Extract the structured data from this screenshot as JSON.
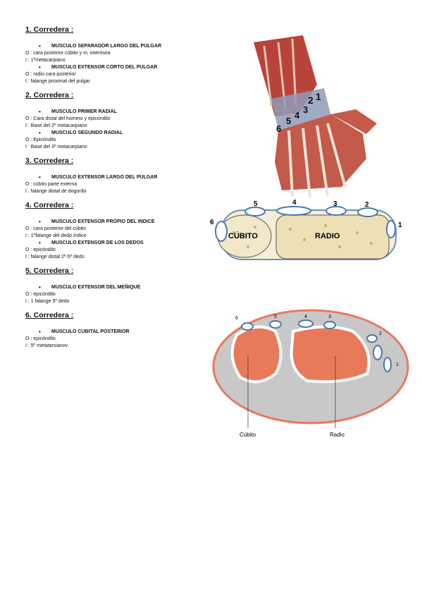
{
  "sections": [
    {
      "heading": "1. Corredera :",
      "muscles": [
        {
          "name": "MUSCULO SEPARADOR LARGO DEL PULGAR",
          "origin": "O : cara posterior cúbito y m. interósea",
          "insertion": "I : 1ºmetacarpiano"
        },
        {
          "name": "MUSCULO EXTENSOR CORTO DEL PULGAR",
          "origin": "O : radio cara posterior",
          "insertion": "I : falange proximal del pulgar"
        }
      ]
    },
    {
      "heading": "2. Corredera :",
      "muscles": [
        {
          "name": "MUSCULO PRIMER RADIAL",
          "origin": "O : Cara distal del húmero y epicóndilo",
          "insertion": "I : Base del 2º metacarpiano"
        },
        {
          "name": "MUSCULO SEGUNDO RADIAL",
          "origin": "O : Epicóndilo",
          "insertion": "I : Base del 3º metacarpiano"
        }
      ]
    },
    {
      "heading": "3. Corredera :",
      "muscles": [
        {
          "name": "MUSCULO EXTENSOR LARGO DEL PULGAR",
          "origin": "O : cúbito parte externa",
          "insertion": "I : falange distal de dogordo"
        }
      ]
    },
    {
      "heading": "4. Corredera :",
      "muscles": [
        {
          "name": "MUSCULO EXTENSOR PROPIO DEL INDICE",
          "origin": "O : cara posterior del cúbito",
          "insertion": "I : 1ºfalange del dedo índice"
        },
        {
          "name": "MUSCULO EXTENSOR DE LOS DEDOS",
          "origin": "O : epicóndilo",
          "insertion": "I : falange distal 2º-5º dedo"
        }
      ]
    },
    {
      "heading": "5. Corredera :",
      "muscles": [
        {
          "name": "MUSCULO EXTENSOR DEL MEÑIQUE",
          "origin": "O : epicóndilo",
          "insertion": "I : 1 falange 5º dedo"
        }
      ]
    },
    {
      "heading": "6. Corredera :",
      "muscles": [
        {
          "name": "MUSCULO CUBITAL POSTERIOR",
          "origin": "O : epicóndilo",
          "insertion": "I : 5º metatarsianov"
        }
      ]
    }
  ],
  "figures": {
    "hand": {
      "numbers": [
        "2",
        "1",
        "3",
        "4",
        "5",
        "6"
      ]
    },
    "section_top": {
      "numbers": [
        "5",
        "4",
        "3",
        "2",
        "6",
        "1"
      ],
      "bone_left": "CÚBITO",
      "bone_right": "RADIO"
    },
    "section_bottom": {
      "numbers": [
        "6",
        "5",
        "4",
        "3",
        "2",
        "1"
      ],
      "label_left": "Cúbito",
      "label_right": "Radio"
    }
  },
  "colors": {
    "muscle": "#b8433a",
    "tendon": "#e6ddd0",
    "band": "#8f9bb8",
    "bone": "#f0e8c8",
    "marrow": "#e87a5a",
    "tissue": "#c8c8c8"
  }
}
